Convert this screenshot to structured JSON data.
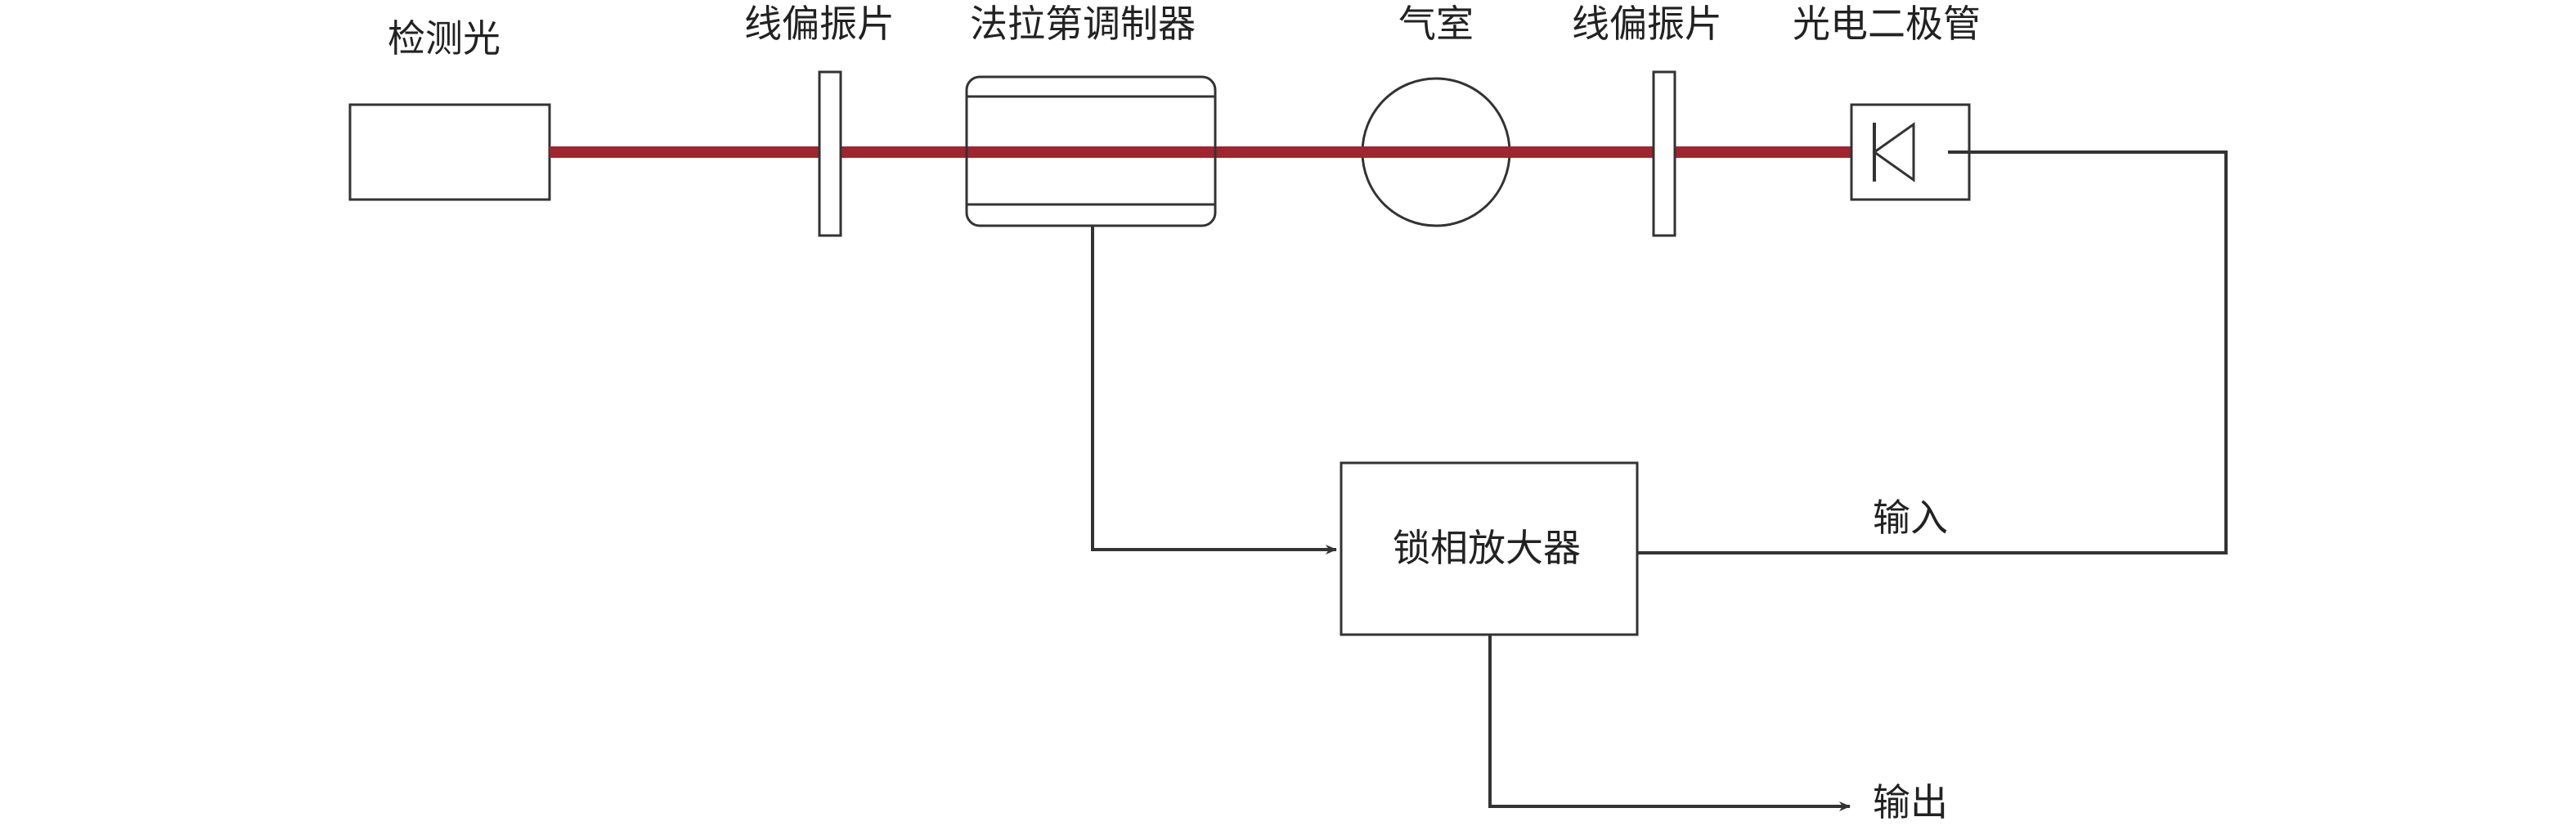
{
  "labels": {
    "probe_light": "检测光",
    "polarizer_in": "线偏振片",
    "faraday_modulator": "法拉第调制器",
    "gas_cell": "气室",
    "polarizer_out": "线偏振片",
    "photodiode": "光电二极管",
    "lock_in_amplifier": "锁相放大器",
    "input": "输入",
    "output": "输出"
  },
  "colors": {
    "beam": "#9e2630",
    "outline": "#333333",
    "wire": "#333333"
  },
  "icons": {
    "photodiode": "diode-symbol-icon",
    "arrows": "arrow-right-icon"
  }
}
